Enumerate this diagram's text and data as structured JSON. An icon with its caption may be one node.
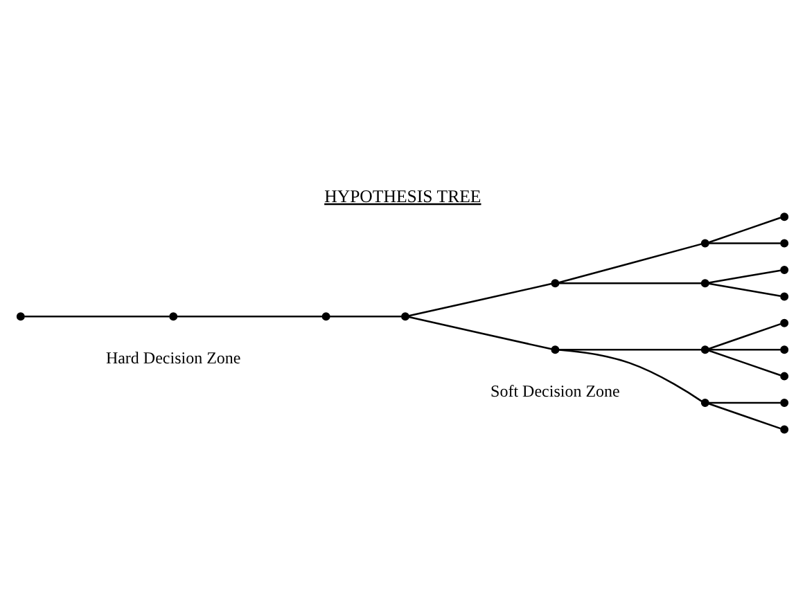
{
  "diagram": {
    "title": "HYPOTHESIS TREE",
    "nodes": [
      {
        "text": [],
        "shape": "circle"
      },
      {
        "text": [],
        "shape": "circle"
      },
      {
        "text": [],
        "shape": "circle"
      },
      {
        "text": [],
        "shape": "circle"
      },
      {
        "text": [],
        "shape": "circle"
      },
      {
        "text": [],
        "shape": "circle"
      },
      {
        "text": [],
        "shape": "circle"
      },
      {
        "text": [],
        "shape": "circle"
      },
      {
        "text": [],
        "shape": "circle"
      },
      {
        "text": [],
        "shape": "circle"
      },
      {
        "text": [],
        "shape": "circle"
      },
      {
        "text": [],
        "shape": "circle"
      },
      {
        "text": [],
        "shape": "circle"
      },
      {
        "text": [],
        "shape": "circle"
      },
      {
        "text": [],
        "shape": "circle"
      },
      {
        "text": [],
        "shape": "circle"
      },
      {
        "text": [],
        "shape": "circle"
      },
      {
        "text": [],
        "shape": "circle"
      },
      {
        "text": [],
        "shape": "circle"
      }
    ],
    "edges": [
      {
        "from": 0,
        "to": 1,
        "arrow": "none"
      },
      {
        "from": 1,
        "to": 2,
        "arrow": "none"
      },
      {
        "from": 2,
        "to": 3,
        "arrow": "none"
      },
      {
        "from": 3,
        "to": 4,
        "arrow": "none"
      },
      {
        "from": 3,
        "to": 5,
        "arrow": "none"
      },
      {
        "from": 4,
        "to": 6,
        "arrow": "none"
      },
      {
        "from": 4,
        "to": 7,
        "arrow": "none"
      },
      {
        "from": 5,
        "to": 8,
        "arrow": "none"
      },
      {
        "from": 5,
        "to": 9,
        "arrow": "none"
      },
      {
        "from": 6,
        "to": 10,
        "arrow": "none"
      },
      {
        "from": 6,
        "to": 11,
        "arrow": "none"
      },
      {
        "from": 7,
        "to": 12,
        "arrow": "none"
      },
      {
        "from": 7,
        "to": 13,
        "arrow": "none"
      },
      {
        "from": 8,
        "to": 14,
        "arrow": "none"
      },
      {
        "from": 8,
        "to": 15,
        "arrow": "none"
      },
      {
        "from": 8,
        "to": 16,
        "arrow": "none"
      },
      {
        "from": 9,
        "to": 17,
        "arrow": "none"
      },
      {
        "from": 9,
        "to": 18,
        "arrow": "none"
      }
    ],
    "labels": [
      "Hard Decision Zone",
      "Soft Decision Zone"
    ]
  }
}
